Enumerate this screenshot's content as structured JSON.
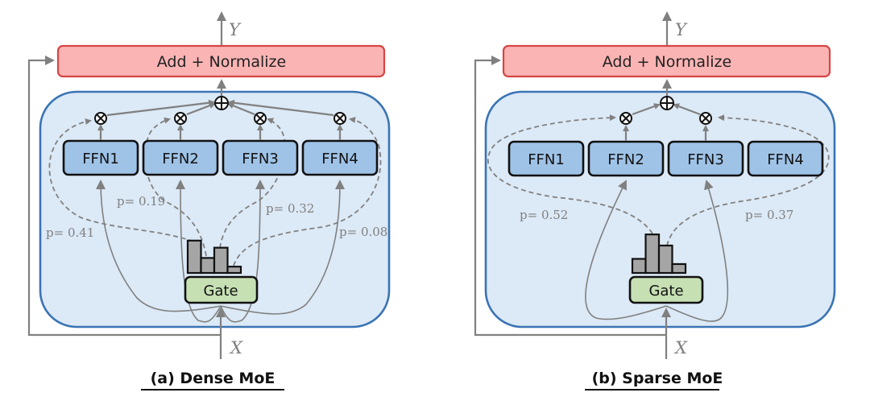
{
  "figure": {
    "panels": [
      {
        "id": "dense",
        "caption": "(a) Dense MoE",
        "norm_label": "Add + Normalize",
        "output_label": "Y",
        "input_label": "X",
        "gate_label": "Gate",
        "experts": [
          "FFN1",
          "FFN2",
          "FFN3",
          "FFN4"
        ],
        "active_experts": [
          true,
          true,
          true,
          true
        ],
        "probs": [
          "p= 0.41",
          "p= 0.19",
          "p= 0.32",
          "p= 0.08"
        ],
        "prob_values": [
          0.41,
          0.19,
          0.32,
          0.08
        ],
        "gate_histogram": [
          0.41,
          0.19,
          0.32,
          0.08
        ]
      },
      {
        "id": "sparse",
        "caption": "(b) Sparse MoE",
        "norm_label": "Add + Normalize",
        "output_label": "Y",
        "input_label": "X",
        "gate_label": "Gate",
        "experts": [
          "FFN1",
          "FFN2",
          "FFN3",
          "FFN4"
        ],
        "active_experts": [
          false,
          true,
          true,
          false
        ],
        "probs": [
          "p= 0.52",
          "p= 0.37"
        ],
        "prob_values": [
          0.52,
          0.37
        ],
        "gate_histogram": [
          0.19,
          0.52,
          0.37,
          0.12
        ]
      }
    ],
    "operators": {
      "multiply": "⊗",
      "sum": "⊕"
    },
    "colors": {
      "norm_fill": "#fbb4b4",
      "norm_stroke": "#d64545",
      "frame_fill": "#dce9f6",
      "frame_stroke": "#3a74b4",
      "ffn_fill": "#9fc3e7",
      "gate_fill": "#c6e0b4",
      "bar_fill": "#a5a5a5",
      "arrow": "#808080"
    }
  }
}
